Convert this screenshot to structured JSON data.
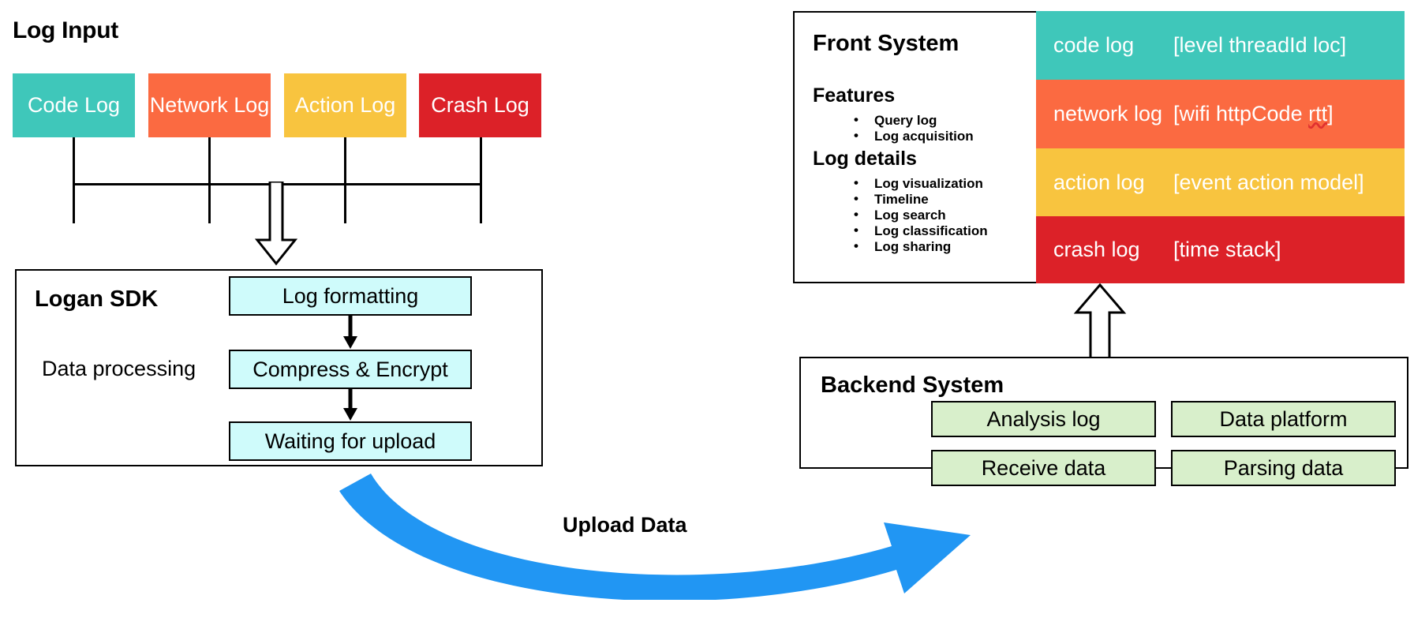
{
  "log_input": {
    "title": "Log Input",
    "chips": [
      {
        "label": "Code Log",
        "color": "#3FC7BA"
      },
      {
        "label": "Network Log",
        "color": "#FB6A41"
      },
      {
        "label": "Action Log",
        "color": "#F8C43F"
      },
      {
        "label": "Crash Log",
        "color": "#DC2128"
      }
    ]
  },
  "logan_sdk": {
    "title": "Logan SDK",
    "subtitle": "Data processing",
    "steps": [
      {
        "label": "Log formatting"
      },
      {
        "label": "Compress &  Encrypt"
      },
      {
        "label": "Waiting for upload"
      }
    ],
    "box_color": "#CFFBFB"
  },
  "upload": {
    "label": "Upload Data",
    "arrow_color": "#2196F3"
  },
  "front_system": {
    "title": "Front System",
    "groups": [
      {
        "heading": "Features",
        "items": [
          "Query log",
          "Log acquisition"
        ]
      },
      {
        "heading": "Log details",
        "items": [
          "Log visualization",
          "Timeline",
          "Log search",
          "Log classification",
          "Log sharing"
        ]
      }
    ],
    "bands": [
      {
        "name": "code log",
        "fields": "[level threadId loc]",
        "color": "#3FC7BA",
        "misspelled": ""
      },
      {
        "name": "network log",
        "fields": "[wifi httpCode ",
        "color": "#FB6A41",
        "misspelled": "rtt",
        "fields_tail": "]"
      },
      {
        "name": "action log",
        "fields": "[event action model]",
        "color": "#F8C43F",
        "misspelled": ""
      },
      {
        "name": "crash log",
        "fields": "[time stack]",
        "color": "#DC2128",
        "misspelled": ""
      }
    ]
  },
  "backend_system": {
    "title": "Backend System",
    "boxes": [
      {
        "label": "Analysis log"
      },
      {
        "label": "Data platform"
      },
      {
        "label": "Receive data"
      },
      {
        "label": "Parsing data"
      }
    ],
    "box_color": "#D8EFCB"
  }
}
